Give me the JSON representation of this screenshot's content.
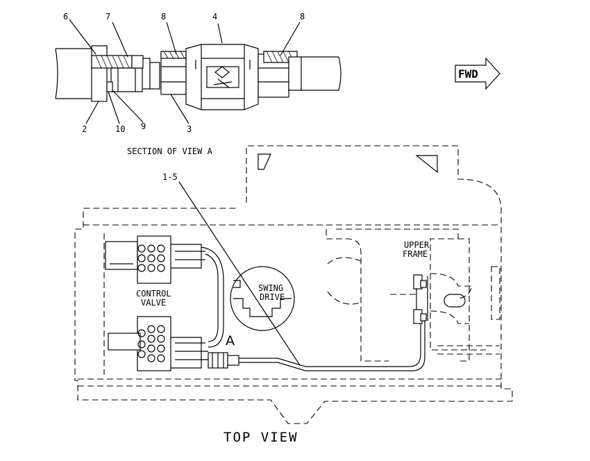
{
  "callouts": {
    "c6": "6",
    "c7": "7",
    "c8a": "8",
    "c4": "4",
    "c8b": "8",
    "c2": "2",
    "c10": "10",
    "c9": "9",
    "c3": "3",
    "c1_5": "1-5"
  },
  "labels": {
    "section_title": "SECTION OF VIEW A",
    "fwd": "FWD",
    "control_valve_line1": "CONTROL",
    "control_valve_line2": "VALVE",
    "swing_drive_line1": "SWING",
    "swing_drive_line2": "DRIVE",
    "upper_frame_line1": "UPPER",
    "upper_frame_line2": "FRAME",
    "view_a": "A",
    "top_view": "TOP VIEW"
  }
}
